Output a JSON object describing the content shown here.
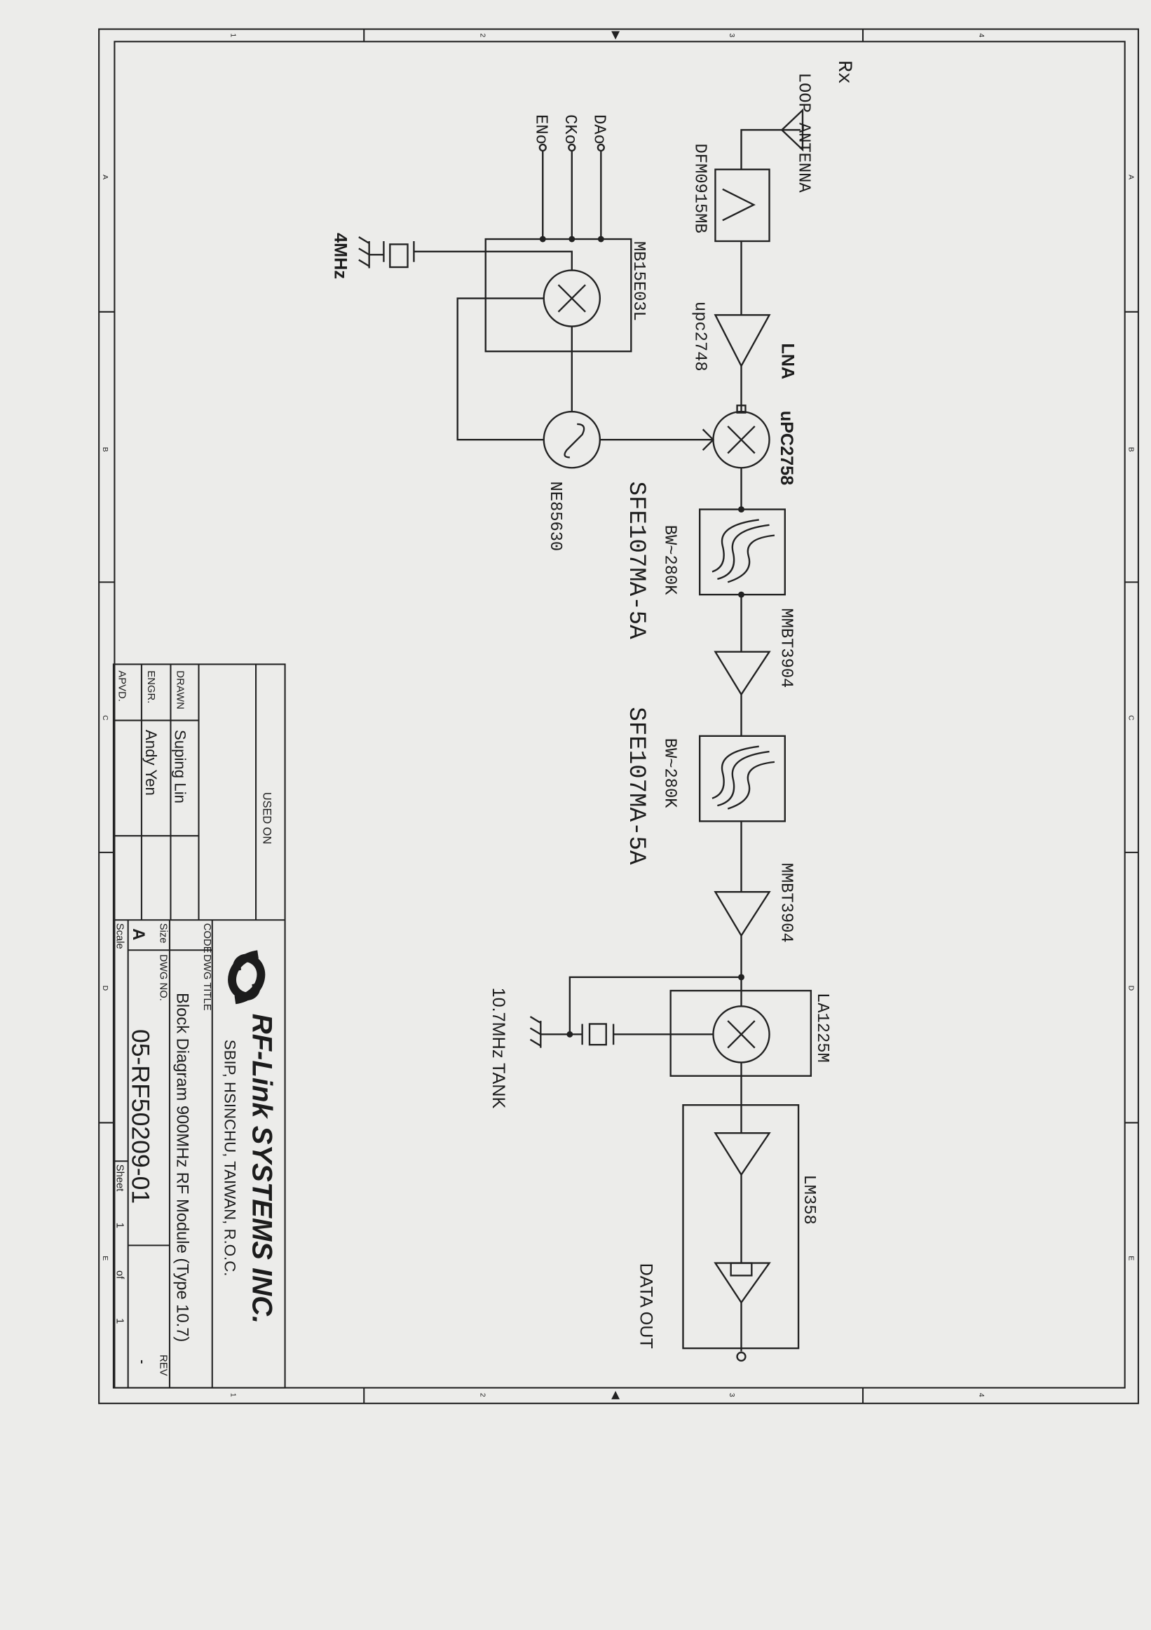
{
  "border": {
    "columns": [
      "1",
      "2",
      "3",
      "4"
    ],
    "rows": [
      "A",
      "B",
      "C",
      "D",
      "E"
    ]
  },
  "schematic": {
    "rx_label": "Rx",
    "antenna_label": "LOOP ANTENNA",
    "bandpass_filter": "DFM0915MB",
    "lna_label": "LNA",
    "lna_part": "upc2748",
    "mixer1_part": "uPC2758",
    "pll_part": "MB15E03L",
    "pll_pins": [
      "DAo",
      "CKo",
      "ENo"
    ],
    "pll_crystal": "4MHz",
    "vco_part": "NE85630",
    "if_filter1_bw": "BW~280K",
    "if_filter1_part": "SFE107MA-5A",
    "amp1_part": "MMBT3904",
    "if_filter2_bw": "BW~280K",
    "if_filter2_part": "SFE107MA-5A",
    "amp2_part": "MMBT3904",
    "mixer2_part": "LA1225M",
    "tank_label": "10.7MHz TANK",
    "opamp_part": "LM358",
    "output_label": "DATA OUT"
  },
  "title_block": {
    "used_on": "USED ON",
    "drawn_label": "DRAWN",
    "drawn_value": "Suping Lin",
    "engr_label": "ENGR.",
    "engr_value": "Andy Yen",
    "apvd_label": "APVD.",
    "company": "RF-Link SYSTEMS INC.",
    "address": "SBIP, HSINCHU, TAIWAN, R.O.C.",
    "code_label": "CODE",
    "dwg_title_label": "DWG TITLE",
    "dwg_title": "Block Diagram 900MHz RF Module (Type 10.7)",
    "size_label": "Size",
    "size_value": "A",
    "dwg_no_label": "DWG NO.",
    "dwg_no": "05-RF50209-01",
    "rev_label": "REV",
    "rev_value": "-",
    "scale_label": "Scale",
    "sheet_label": "Sheet",
    "sheet_num": "1",
    "sheet_of": "of",
    "sheet_total": "1"
  }
}
